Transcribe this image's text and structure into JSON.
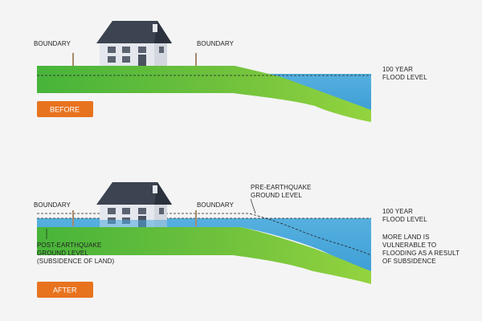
{
  "before": {
    "label_boundary_left": "BOUNDARY",
    "label_boundary_right": "BOUNDARY",
    "flood_label_line1": "100 YEAR",
    "flood_label_line2": "FLOOD LEVEL",
    "badge": "BEFORE"
  },
  "after": {
    "label_boundary_left": "BOUNDARY",
    "label_boundary_right": "BOUNDARY",
    "pre_eq_line1": "PRE-EARTHQUAKE",
    "pre_eq_line2": "GROUND LEVEL",
    "flood_label_line1": "100 YEAR",
    "flood_label_line2": "FLOOD LEVEL",
    "post_eq_line1": "POST-EARTHQUAKE",
    "post_eq_line2": "GROUND LEVEL",
    "post_eq_line3": "(SUBSIDENCE OF LAND)",
    "more_land_line1": "MORE LAND IS",
    "more_land_line2": "VULNERABLE TO",
    "more_land_line3": "FLOODING AS A RESULT",
    "more_land_line4": "OF SUBSIDENCE",
    "badge": "AFTER"
  },
  "colors": {
    "background": "#f4f4f5",
    "grass": "#49b63b",
    "grass_light": "#8ccf3e",
    "water": "#4aa8dc",
    "roof": "#3c4351",
    "wall": "#e4e7ed",
    "badge": "#e8731f"
  }
}
